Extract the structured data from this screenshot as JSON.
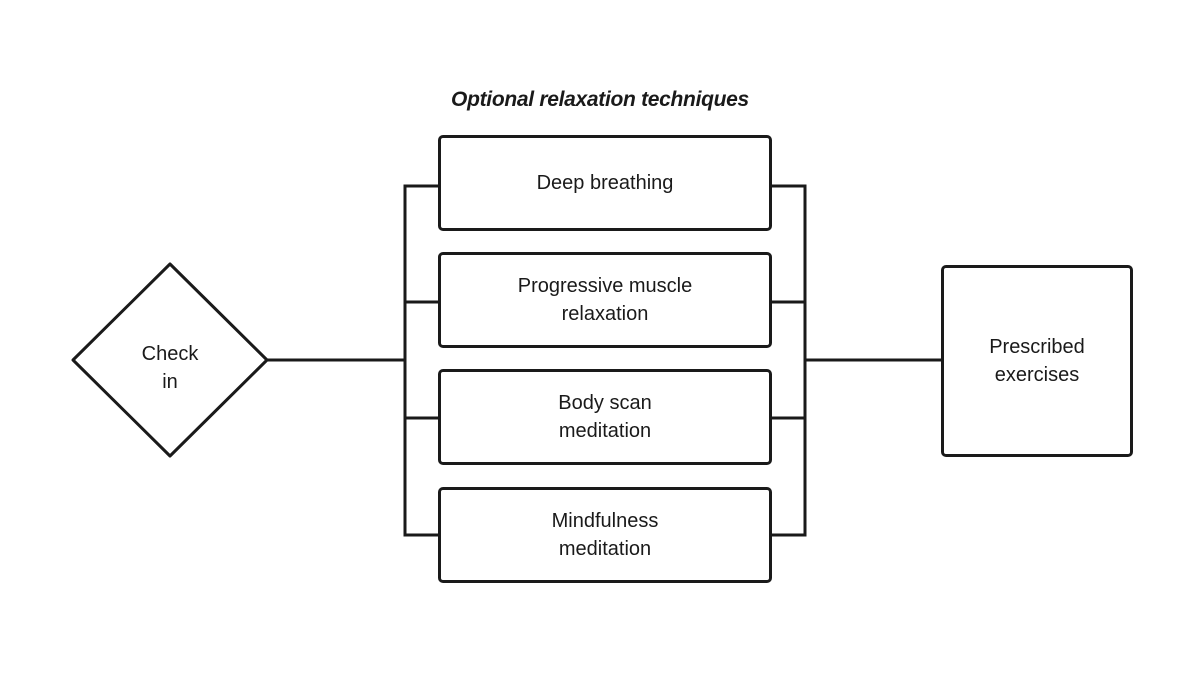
{
  "diagram": {
    "group_title": "Optional relaxation techniques",
    "start": {
      "label": "Check in"
    },
    "techniques": [
      {
        "label": "Deep breathing"
      },
      {
        "label": "Progressive muscle relaxation"
      },
      {
        "label": "Body scan meditation"
      },
      {
        "label": "Mindfulness meditation"
      }
    ],
    "outcome": {
      "label": "Prescribed exercises"
    }
  },
  "colors": {
    "stroke": "#1a1a1a",
    "background": "#ffffff"
  }
}
